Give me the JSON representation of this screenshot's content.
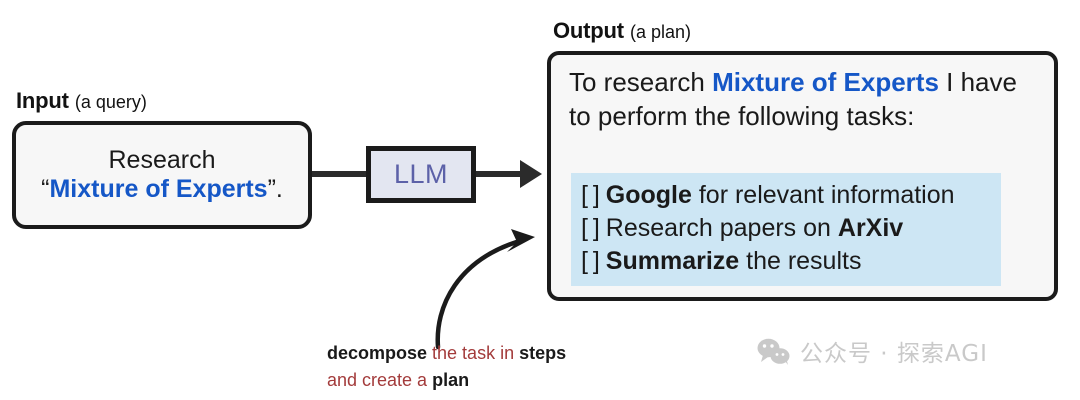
{
  "input": {
    "label_strong": "Input",
    "label_sub": "(a query)",
    "line1": "Research",
    "line2_prefix": "“",
    "line2_highlight": "Mixture of Experts",
    "line2_suffix": "”."
  },
  "model": {
    "box_label": "LLM"
  },
  "output": {
    "label_strong": "Output",
    "label_sub": "(a plan)",
    "intro_part1": "To research ",
    "intro_highlight": "Mixture of Experts",
    "intro_part2": " I have to perform the following tasks:",
    "tasks": [
      {
        "checkbox": "[ ]",
        "bold": "Google",
        "rest": " for relevant information",
        "bold_first": true
      },
      {
        "checkbox": "[ ]",
        "plain": "Research papers on ",
        "bold": "ArXiv",
        "bold_first": false
      },
      {
        "checkbox": "[ ]",
        "bold": "Summarize",
        "rest": " the results",
        "bold_first": true
      }
    ]
  },
  "annotation": {
    "word1": "decompose",
    "word2": " the task in ",
    "word3": "steps",
    "word4": " and create a ",
    "word5": "plan"
  },
  "watermark": {
    "text": "公众号 · 探索AGI"
  },
  "colors": {
    "highlight_blue": "#1557c7",
    "llm_purple": "#5c61a8",
    "llm_fill": "#e3e6f1",
    "task_band": "#cde6f4",
    "annotation_red": "#a33b3b",
    "box_stroke": "#1b1b1b",
    "box_fill": "#f7f7f7",
    "watermark_gray": "#c9c9c9"
  }
}
